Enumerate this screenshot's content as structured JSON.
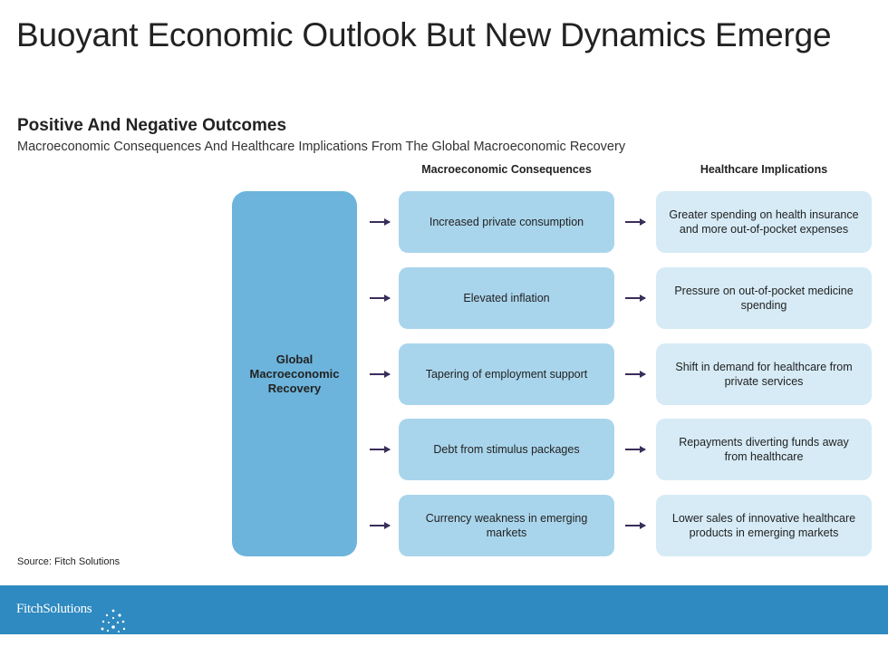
{
  "title": "Buoyant Economic Outlook But New Dynamics Emerge",
  "section": {
    "title": "Positive And Negative Outcomes",
    "subtitle": "Macroeconomic Consequences And Healthcare Implications From The Global Macroeconomic Recovery"
  },
  "columns": {
    "macro": "Macroeconomic Consequences",
    "health": "Healthcare Implications"
  },
  "source_node": "Global Macroeconomic Recovery",
  "rows": [
    {
      "macro": "Increased private consumption",
      "health": "Greater spending on health insurance and more out-of-pocket expenses"
    },
    {
      "macro": "Elevated inflation",
      "health": "Pressure on out-of-pocket medicine spending"
    },
    {
      "macro": "Tapering of employment support",
      "health": "Shift in demand for healthcare from private services"
    },
    {
      "macro": "Debt from stimulus packages",
      "health": "Repayments diverting funds away from healthcare"
    },
    {
      "macro": "Currency weakness in emerging markets",
      "health": "Lower sales of innovative healthcare products in emerging markets"
    }
  ],
  "source_note": "Source: Fitch Solutions",
  "footer": {
    "logo_text": "FitchSolutions",
    "logo_icon": "starburst-icon"
  },
  "colors": {
    "source_box": "#6cb4db",
    "macro_box": "#a9d5ec",
    "health_box": "#d6ebf6",
    "footer": "#2e8ac0",
    "arrow": "#3a2e5a"
  }
}
